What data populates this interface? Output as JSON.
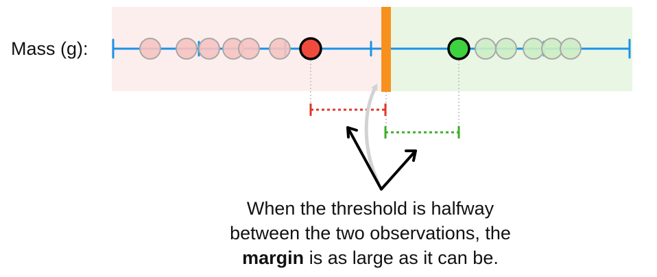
{
  "axis": {
    "label": "Mass (g):"
  },
  "caption": {
    "line1": "When the threshold is halfway",
    "line2": "between the two observations, the",
    "line3_bold": "margin",
    "line3_rest": " is as large as it can be."
  },
  "colors": {
    "axis": "#1a93e6",
    "red_region": "#fdeeee",
    "green_region": "#e8f6e3",
    "red_point_fill": "#f6c3c1",
    "red_point_stroke": "#a8a8a8",
    "green_point_fill": "#cdeec4",
    "green_point_stroke": "#a8a8a8",
    "red_support": "#ef4b3c",
    "green_support": "#3fd23f",
    "threshold": "#f7911e",
    "red_margin": "#e0362a",
    "green_margin": "#3cae2a",
    "arrow": "#000000",
    "curved_arrow": "#d2d2d2"
  },
  "icons": {
    "threshold_move": "curved-arrow-icon",
    "pointer": "arrow-icon"
  }
}
